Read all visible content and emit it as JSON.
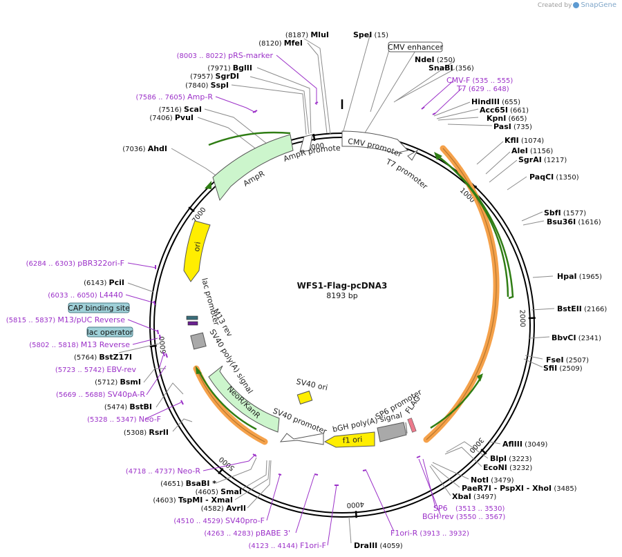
{
  "credit": {
    "created_by": "Created by",
    "brand": "SnapGene"
  },
  "plasmid": {
    "name": "WFS1-Flag-pcDNA3",
    "length_label": "8193 bp",
    "length": 8193
  },
  "colors": {
    "site_text": "#000000",
    "primer_text": "#9b30c8",
    "primer_mark": "#9b30c8",
    "line": "#8a8a8a",
    "orange": "#f5a14a",
    "green_arrow": "#2f7d14",
    "ori": "#ffee00",
    "feature_green": "#ccf5cc",
    "promoter": "#ffffff",
    "cap_box": "#9fd0d8",
    "gray_box": "#a9a9a9"
  },
  "ticks": [
    {
      "bp": 1000,
      "label": "1000"
    },
    {
      "bp": 2000,
      "label": "2000"
    },
    {
      "bp": 3000,
      "label": "3000"
    },
    {
      "bp": 4000,
      "label": "4000"
    },
    {
      "bp": 5000,
      "label": "5000"
    },
    {
      "bp": 6000,
      "label": "6000"
    },
    {
      "bp": 7000,
      "label": "7000"
    },
    {
      "bp": 8000,
      "label": "8000"
    }
  ],
  "sites": [
    {
      "name": "MluI",
      "pos": "8187"
    },
    {
      "name": "MfeI",
      "pos": "8120"
    },
    {
      "name": "BglII",
      "pos": "7971"
    },
    {
      "name": "SgrDI",
      "pos": "7957"
    },
    {
      "name": "SspI",
      "pos": "7840"
    },
    {
      "name": "ScaI",
      "pos": "7516"
    },
    {
      "name": "PvuI",
      "pos": "7406"
    },
    {
      "name": "AhdI",
      "pos": "7036"
    },
    {
      "name": "PciI",
      "pos": "6143"
    },
    {
      "name": "BstZ17I",
      "pos": "5764"
    },
    {
      "name": "BsmI",
      "pos": "5712"
    },
    {
      "name": "BstBI",
      "pos": "5474"
    },
    {
      "name": "RsrII",
      "pos": "5308"
    },
    {
      "name": "BsaBI *",
      "pos": "4651"
    },
    {
      "name": "SmaI",
      "pos": "4605"
    },
    {
      "name": "TspMI - XmaI",
      "pos": "4603"
    },
    {
      "name": "AvrII",
      "pos": "4582"
    },
    {
      "name": "DraIII",
      "pos": "4059"
    },
    {
      "name": "SpeI",
      "pos": "15"
    },
    {
      "name": "NdeI",
      "pos": "250"
    },
    {
      "name": "SnaBI",
      "pos": "356"
    },
    {
      "name": "HindIII",
      "pos": "655"
    },
    {
      "name": "Acc65I",
      "pos": "661"
    },
    {
      "name": "KpnI",
      "pos": "665"
    },
    {
      "name": "PasI",
      "pos": "735"
    },
    {
      "name": "KflI",
      "pos": "1074"
    },
    {
      "name": "AleI",
      "pos": "1156"
    },
    {
      "name": "SgrAI",
      "pos": "1217"
    },
    {
      "name": "PaqCI",
      "pos": "1350"
    },
    {
      "name": "SbfI",
      "pos": "1577"
    },
    {
      "name": "Bsu36I",
      "pos": "1616"
    },
    {
      "name": "HpaI",
      "pos": "1965"
    },
    {
      "name": "BstEII",
      "pos": "2166"
    },
    {
      "name": "BbvCI",
      "pos": "2341"
    },
    {
      "name": "FseI",
      "pos": "2507"
    },
    {
      "name": "SfiI",
      "pos": "2509"
    },
    {
      "name": "AflIII",
      "pos": "3049"
    },
    {
      "name": "BlpI",
      "pos": "3223"
    },
    {
      "name": "EcoNI",
      "pos": "3232"
    },
    {
      "name": "NotI",
      "pos": "3479"
    },
    {
      "name": "PaeR7I - PspXI - XhoI",
      "pos": "3485"
    },
    {
      "name": "XbaI",
      "pos": "3497"
    }
  ],
  "primers": [
    {
      "name": "pRS-marker",
      "range": "8003 .. 8022"
    },
    {
      "name": "Amp-R",
      "range": "7586 .. 7605"
    },
    {
      "name": "pBR322ori-F",
      "range": "6284 .. 6303"
    },
    {
      "name": "L4440",
      "range": "6033 .. 6050"
    },
    {
      "name": "M13/pUC Reverse",
      "range": "5815 .. 5837"
    },
    {
      "name": "M13 Reverse",
      "range": "5802 .. 5818"
    },
    {
      "name": "EBV-rev",
      "range": "5723 .. 5742"
    },
    {
      "name": "SV40pA-R",
      "range": "5669 .. 5688"
    },
    {
      "name": "Neo-F",
      "range": "5328 .. 5347"
    },
    {
      "name": "Neo-R",
      "range": "4718 .. 4737"
    },
    {
      "name": "SV40pro-F",
      "range": "4510 .. 4529"
    },
    {
      "name": "pBABE 3'",
      "range": "4263 .. 4283"
    },
    {
      "name": "F1ori-F",
      "range": "4123 .. 4144"
    },
    {
      "name": "F1ori-R",
      "range": "3913 .. 3932"
    },
    {
      "name": "SP6",
      "range": "3513 .. 3530"
    },
    {
      "name": "BGH-rev",
      "range": "3550 .. 3567"
    },
    {
      "name": "CMV-F",
      "range": "535 .. 555"
    },
    {
      "name": "T7",
      "range": "629 .. 648"
    }
  ],
  "features": {
    "cmv_enhancer": "CMV enhancer",
    "cmv_promoter": "CMV promoter",
    "t7_promoter": "T7 promoter",
    "amp_promoter": "AmpR promoter",
    "ampr": "AmpR",
    "ori": "ori",
    "lac_promoter": "lac promoter",
    "m13_rev": "M13 rev",
    "sv40_polya": "SV40 poly(A) signal",
    "neor": "NeoR/KanR",
    "sv40_promoter": "SV40 promoter",
    "sv40_ori": "SV40 ori",
    "f1_ori": "f1 ori",
    "bgh": "bGH poly(A) signal",
    "sp6": "SP6 promoter",
    "flag": "FLAG",
    "cap_site": "CAP binding site",
    "lac_operator": "lac operator"
  }
}
